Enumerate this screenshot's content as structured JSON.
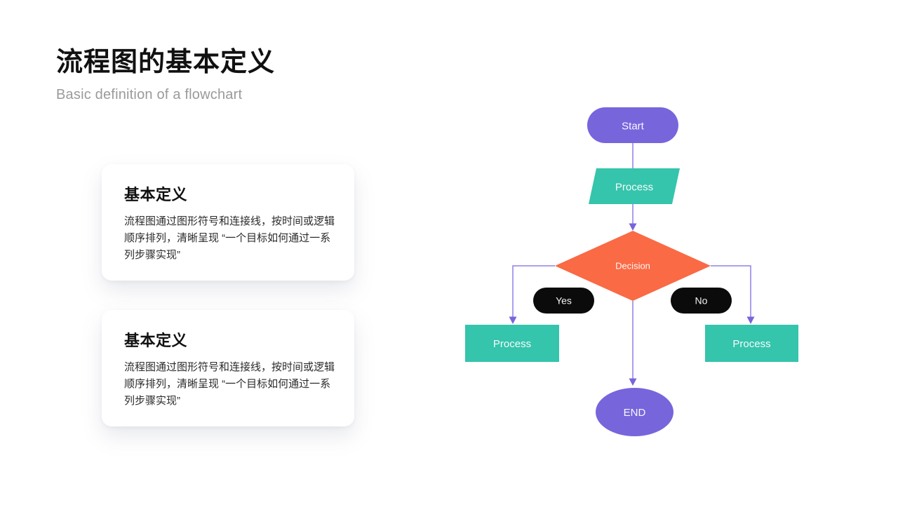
{
  "header": {
    "title": "流程图的基本定义",
    "subtitle": "Basic definition of a flowchart"
  },
  "cards": [
    {
      "heading": "基本定义",
      "body": "流程图通过图形符号和连接线，按时间或逻辑顺序排列，清晰呈现 “一个目标如何通过一系列步骤实现”"
    },
    {
      "heading": "基本定义",
      "body": "流程图通过图形符号和连接线，按时间或逻辑顺序排列，清晰呈现 “一个目标如何通过一系列步骤实现”"
    }
  ],
  "flowchart": {
    "nodes": {
      "start": "Start",
      "process_top": "Process",
      "decision": "Decision",
      "label_yes": "Yes",
      "label_no": "No",
      "process_left": "Process",
      "process_right": "Process",
      "end": "END"
    },
    "colors": {
      "purple": "#7765DC",
      "teal": "#35C4AC",
      "orange": "#F96A45",
      "black": "#0B0B0B",
      "connector": "#8F80E8",
      "arrow": "#7765DC"
    }
  }
}
